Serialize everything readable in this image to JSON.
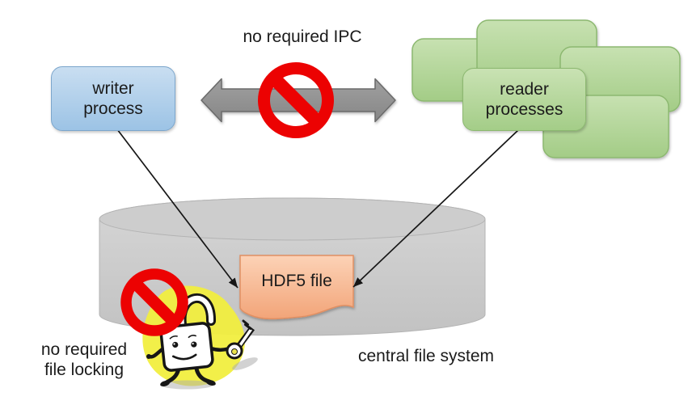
{
  "diagram": {
    "ipc_label": "no required IPC",
    "writer_box": {
      "label": "writer process"
    },
    "reader_box": {
      "label": "reader processes"
    },
    "reader_stack_count": 5,
    "hdf5_file": {
      "label": "HDF5 file"
    },
    "file_locking_label": "no required file locking",
    "filesystem_label": "central file system"
  },
  "icons": {
    "prohibition_ipc": "no-symbol",
    "prohibition_lock": "no-symbol",
    "double_arrow": "double-headed-arrow",
    "cylinder": "database-cylinder",
    "padlock": "padlock-character-with-key",
    "key": "key"
  },
  "colors": {
    "red": "#ec0202",
    "blue_fill": "#9cc3e5",
    "blue_fill_light": "#c9def1",
    "blue_border": "#7ca6cc",
    "green_fill": "#a3cc86",
    "green_fill_light": "#c7e1b1",
    "green_border": "#8cb870",
    "peach_fill": "#f2a478",
    "peach_fill_light": "#fcd2b6",
    "peach_border": "#e08f62",
    "arrow_gray": "#a0a0a0",
    "arrow_gray_dark": "#868686",
    "arrow_border": "#6a6a6a",
    "cylinder_fill": "#cdcdcd",
    "cylinder_border": "#b3b3b3",
    "yellow": "#f1ee3f",
    "ink": "#161616",
    "text": "#1b1b1b"
  }
}
